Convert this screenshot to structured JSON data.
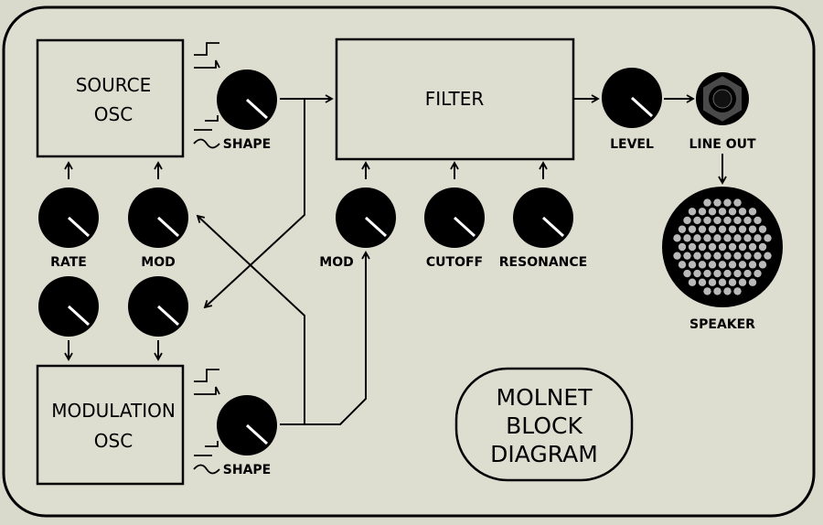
{
  "colors": {
    "background": "#d9d9cc",
    "panel": "#ddddd0",
    "stroke": "#000000",
    "knob": "#000000",
    "knob_pointer": "#ffffff",
    "speaker_grille": "#b9b9b9",
    "jack_ring": "#4a4a4a"
  },
  "blocks": {
    "source_osc": {
      "line1": "SOURCE",
      "line2": "OSC"
    },
    "modulation_osc": {
      "line1": "MODULATION",
      "line2": "OSC"
    },
    "filter": {
      "label": "FILTER"
    }
  },
  "knobs": {
    "source_shape": "SHAPE",
    "mod_shape": "SHAPE",
    "rate": "RATE",
    "source_mod": "MOD",
    "filter_mod": "MOD",
    "cutoff": "CUTOFF",
    "resonance": "RESONANCE",
    "level": "LEVEL"
  },
  "outputs": {
    "line_out": "LINE OUT",
    "speaker": "SPEAKER"
  },
  "title": {
    "line1": "MOLNET",
    "line2": "BLOCK",
    "line3": "DIAGRAM"
  },
  "icons": [
    "square-wave-icon",
    "sawtooth-wave-icon",
    "sine-wave-icon",
    "jack-icon",
    "speaker-icon",
    "knob-icon"
  ]
}
